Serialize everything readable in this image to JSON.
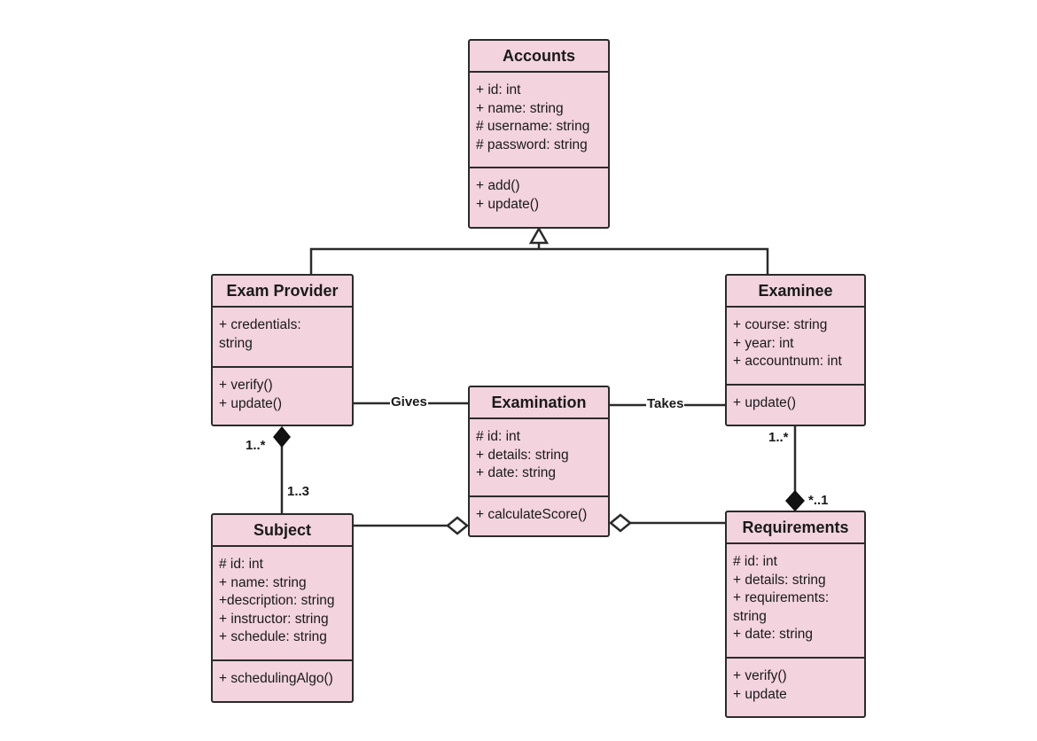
{
  "classes": {
    "accounts": {
      "name": "Accounts",
      "attributes": [
        "+ id: int",
        "+ name: string",
        "# username: string",
        "# password: string"
      ],
      "methods": [
        "+ add()",
        "+ update()"
      ]
    },
    "exam_provider": {
      "name": "Exam Provider",
      "attributes": [
        "+ credentials:",
        "string"
      ],
      "methods": [
        "+ verify()",
        "+ update()"
      ]
    },
    "examinee": {
      "name": "Examinee",
      "attributes": [
        "+ course: string",
        "+ year: int",
        "+ accountnum: int"
      ],
      "methods": [
        "+ update()"
      ]
    },
    "examination": {
      "name": "Examination",
      "attributes": [
        "# id: int",
        "+ details: string",
        "+ date: string"
      ],
      "methods": [
        "+ calculateScore()"
      ]
    },
    "subject": {
      "name": "Subject",
      "attributes": [
        "# id: int",
        "+ name: string",
        "+description: string",
        "+ instructor: string",
        "+ schedule: string"
      ],
      "methods": [
        "+ schedulingAlgo()"
      ]
    },
    "requirements": {
      "name": "Requirements",
      "attributes": [
        "# id: int",
        "+ details: string",
        "+ requirements:",
        "string",
        "+ date: string"
      ],
      "methods": [
        "+ verify()",
        "+ update"
      ]
    }
  },
  "associations": {
    "gives": "Gives",
    "takes": "Takes"
  },
  "multiplicities": {
    "provider_subject_near_provider": "1..*",
    "provider_subject_near_subject": "1..3",
    "examinee_requirements_near_examinee": "1..*",
    "examinee_requirements_near_requirements": "*..1"
  },
  "colors": {
    "class_fill": "#f2d3de",
    "border": "#2b2b2b"
  }
}
